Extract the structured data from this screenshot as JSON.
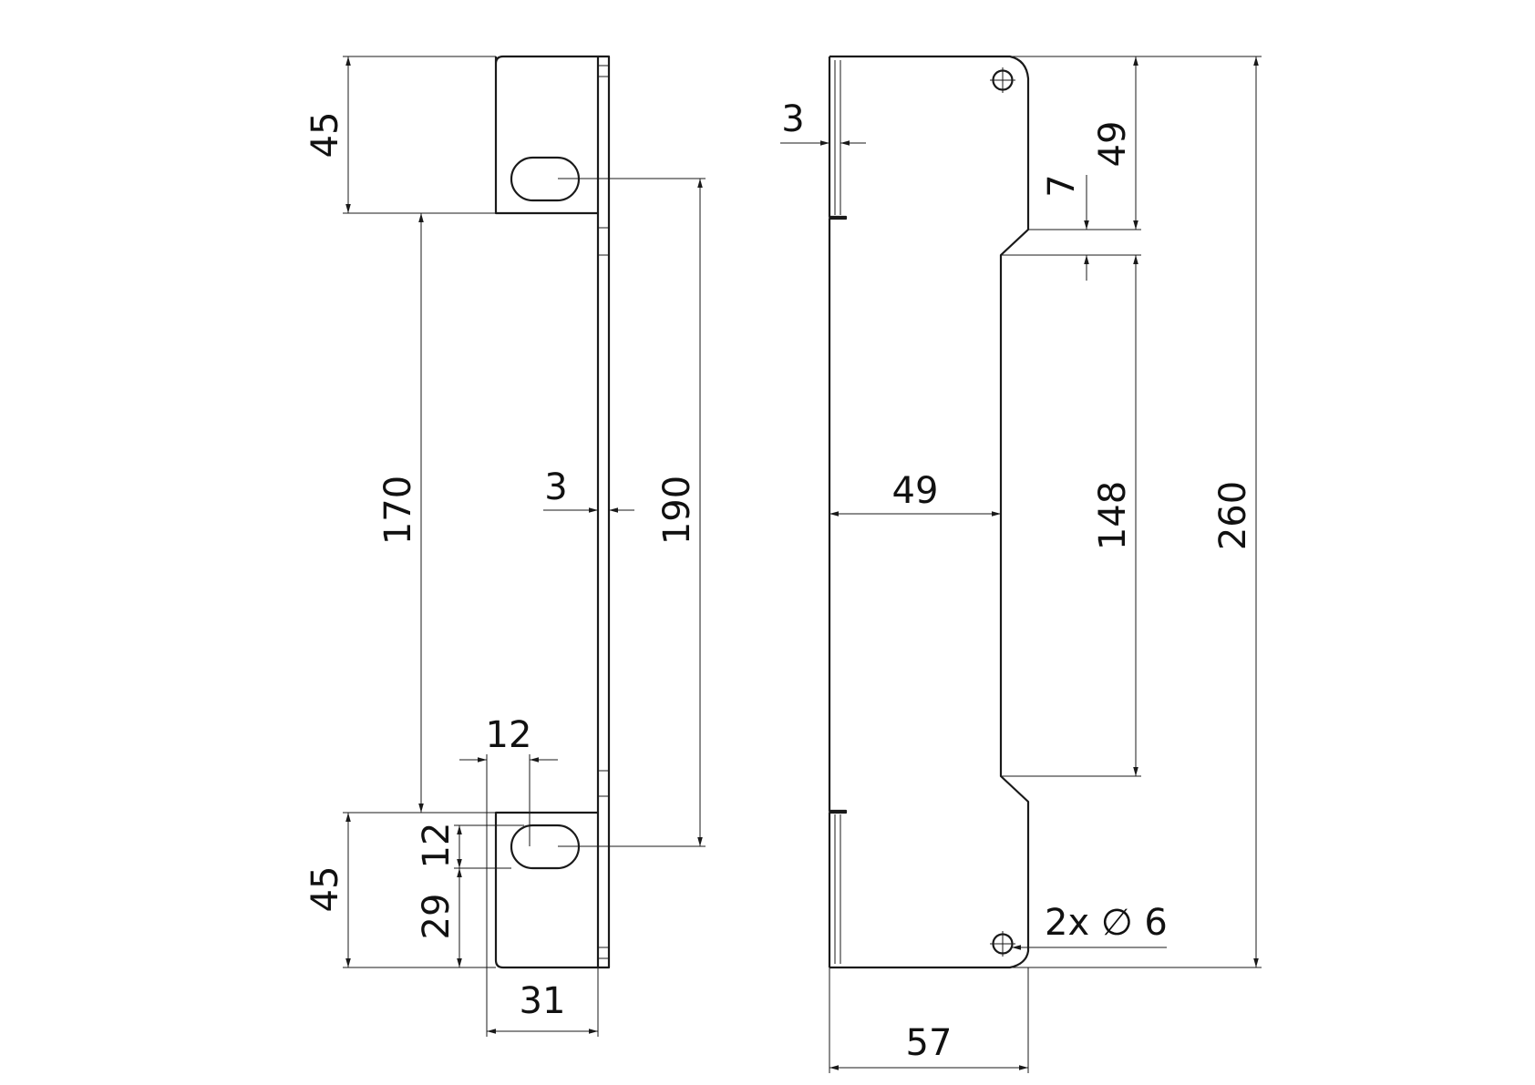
{
  "drawing": {
    "side_view": {
      "dim_top_height": "45",
      "dim_bottom_height": "45",
      "dim_between_flanges": "170",
      "dim_slot_centers": "190",
      "dim_thickness": "3",
      "dim_slot_length": "12",
      "dim_slot_width": "12",
      "dim_slot_from_bottom": "29",
      "dim_flange_depth": "31"
    },
    "front_view": {
      "dim_thickness": "3",
      "dim_top_section": "49",
      "dim_step": "7",
      "dim_recess_length": "148",
      "dim_total_length": "260",
      "dim_recess_depth": "49",
      "dim_total_width": "57",
      "hole_callout": "2x ∅ 6"
    }
  }
}
